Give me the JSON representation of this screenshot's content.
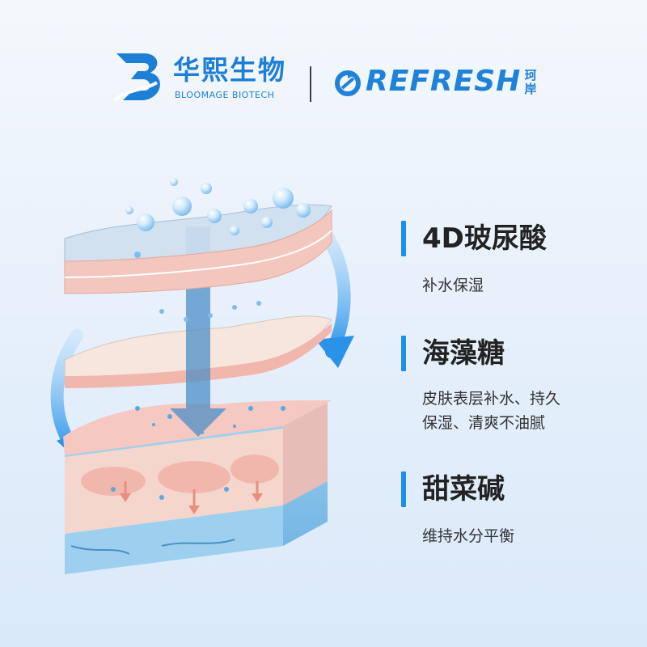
{
  "header": {
    "brand_cn": "华熙生物",
    "brand_en": "BLOOMAGE BIOTECH",
    "refresh_text": "REFRESH",
    "refresh_cn": "珂岸",
    "colors": {
      "primary": "#1e7fd6",
      "accent": "#1c8fe6"
    }
  },
  "features": [
    {
      "title": "4D玻尿酸",
      "desc_lines": [
        "补水保湿"
      ]
    },
    {
      "title": "海藻糖",
      "desc_lines": [
        "皮肤表层补水、持久",
        "保湿、清爽不油腻"
      ]
    },
    {
      "title": "甜菜碱",
      "desc_lines": [
        "维持水分平衡"
      ]
    }
  ],
  "illustration": {
    "description_icon": "skin-layers-illustration",
    "icons": [
      "water-bubble-icon",
      "down-arrow-icon",
      "curved-arrow-icon"
    ]
  }
}
